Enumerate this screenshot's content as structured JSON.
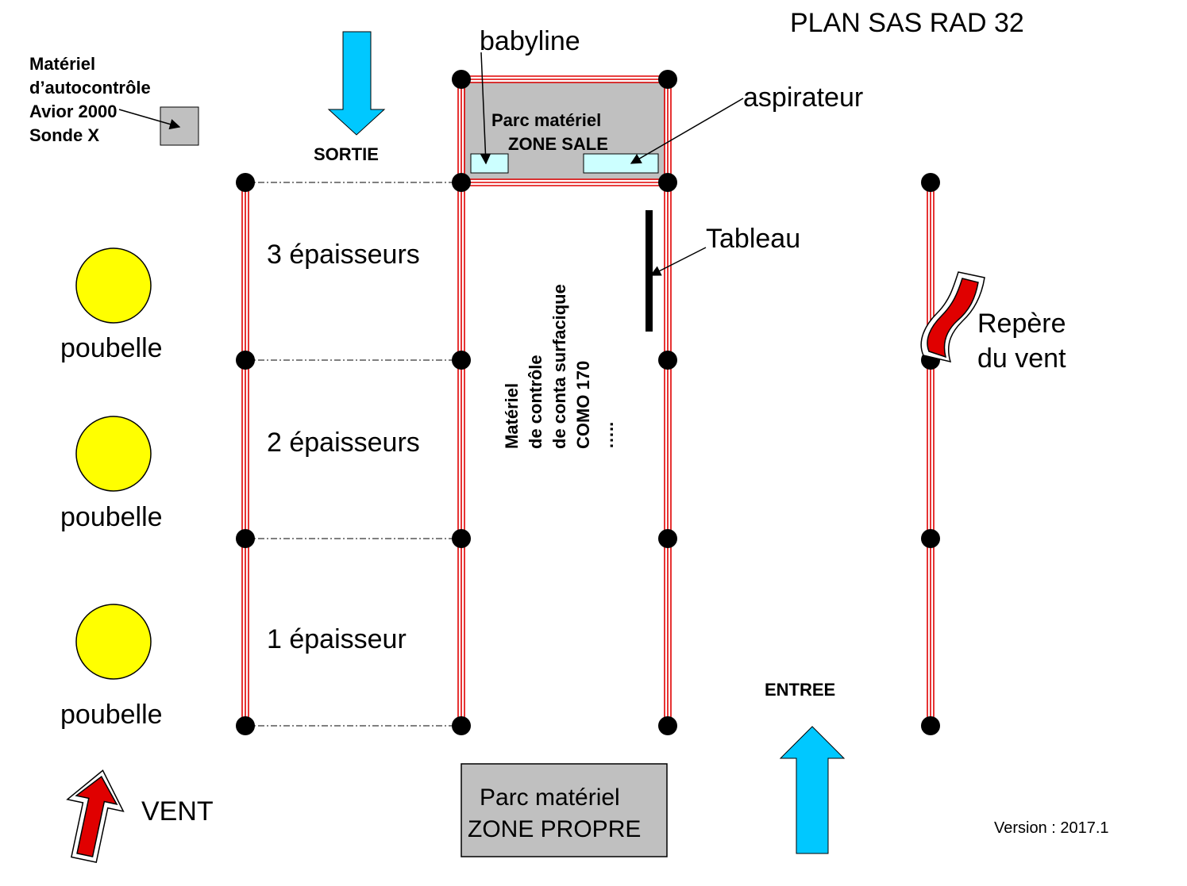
{
  "title": "PLAN SAS RAD 32",
  "labels": {
    "autocontrole": [
      "Matériel",
      "d’autocontrôle",
      "Avior 2000",
      "Sonde X"
    ],
    "sortie": "SORTIE",
    "entree": "ENTREE",
    "babyline": "babyline",
    "aspirateur": "aspirateur",
    "tableau": "Tableau",
    "zone_sale": [
      "Parc matériel",
      "ZONE SALE"
    ],
    "zone_propre": [
      "Parc matériel",
      "ZONE PROPRE"
    ],
    "epaisseurs": [
      "3 épaisseurs",
      "2 épaisseurs",
      "1 épaisseur"
    ],
    "poubelle": "poubelle",
    "materiel_controle": [
      "Matériel",
      "de contrôle",
      "de conta surfacique",
      "COMO 170",
      "….."
    ],
    "repere": [
      "Repère",
      "du vent"
    ],
    "vent": "VENT",
    "version": "Version : 2017.1"
  },
  "colors": {
    "barrier": "#e00000",
    "arrow_blue": "#00c8ff",
    "bin_yellow": "#ffff00",
    "zone_grey": "#c0c0c0",
    "item_cyan": "#ccffff",
    "wind_red": "#e00000"
  }
}
